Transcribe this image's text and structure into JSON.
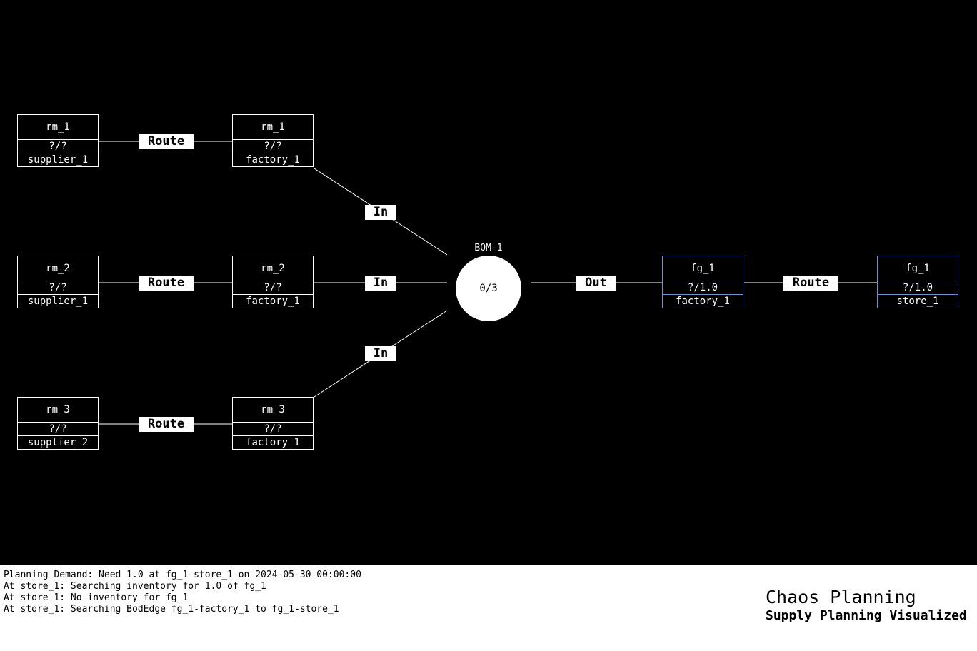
{
  "nodes": {
    "rm1_supplier": {
      "name": "rm_1",
      "qty": "?/?",
      "location": "supplier_1"
    },
    "rm1_factory": {
      "name": "rm_1",
      "qty": "?/?",
      "location": "factory_1"
    },
    "rm2_supplier": {
      "name": "rm_2",
      "qty": "?/?",
      "location": "supplier_1"
    },
    "rm2_factory": {
      "name": "rm_2",
      "qty": "?/?",
      "location": "factory_1"
    },
    "rm3_supplier": {
      "name": "rm_3",
      "qty": "?/?",
      "location": "supplier_2"
    },
    "rm3_factory": {
      "name": "rm_3",
      "qty": "?/?",
      "location": "factory_1"
    },
    "fg1_factory": {
      "name": "fg_1",
      "qty": "?/1.0",
      "location": "factory_1"
    },
    "fg1_store": {
      "name": "fg_1",
      "qty": "?/1.0",
      "location": "store_1"
    }
  },
  "edges": {
    "route_rm1": "Route",
    "route_rm2": "Route",
    "route_rm3": "Route",
    "in_rm1": "In",
    "in_rm2": "In",
    "in_rm3": "In",
    "out_fg1": "Out",
    "route_fg1": "Route"
  },
  "bom": {
    "title": "BOM-1",
    "progress": "0/3"
  },
  "log": [
    "Planning Demand: Need 1.0 at fg_1-store_1 on 2024-05-30 00:00:00",
    "At store_1: Searching inventory for 1.0 of fg_1",
    "At store_1: No inventory for fg_1",
    "At store_1: Searching BodEdge fg_1-factory_1 to fg_1-store_1"
  ],
  "brand": {
    "title": "Chaos Planning",
    "subtitle": "Supply Planning Visualized"
  },
  "colors": {
    "canvas": "#000000",
    "finished_good_border": "#6f8fd6",
    "node_border": "#ffffff"
  }
}
